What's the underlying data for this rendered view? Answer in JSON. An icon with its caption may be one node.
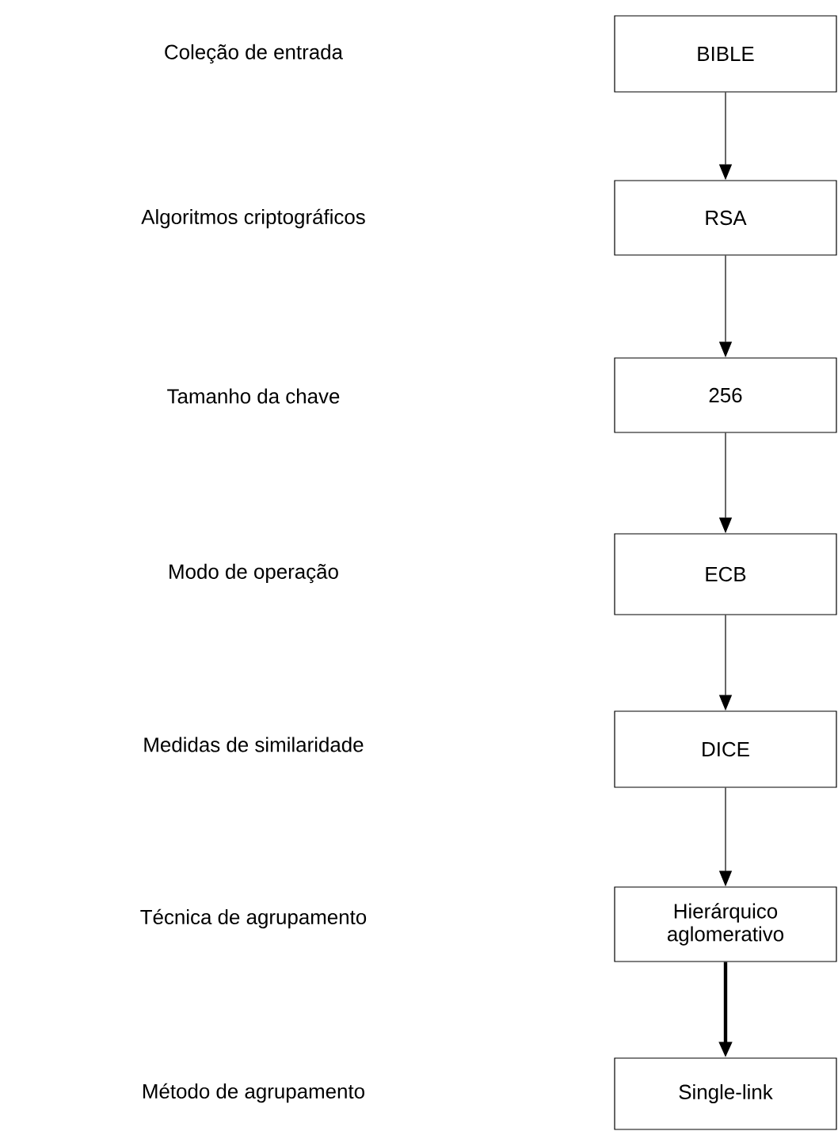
{
  "diagram": {
    "nodes": [
      {
        "text": [
          "BIBLE"
        ]
      },
      {
        "text": [
          "RSA"
        ]
      },
      {
        "text": [
          "256"
        ]
      },
      {
        "text": [
          "ECB"
        ]
      },
      {
        "text": [
          "DICE"
        ]
      },
      {
        "text": [
          "Hierárquico aglomerativo"
        ]
      },
      {
        "text": [
          "Single-link"
        ]
      }
    ],
    "edges": [
      {
        "from": 0,
        "to": 1,
        "arrow": "to"
      },
      {
        "from": 1,
        "to": 2,
        "arrow": "to"
      },
      {
        "from": 2,
        "to": 3,
        "arrow": "to"
      },
      {
        "from": 3,
        "to": 4,
        "arrow": "to"
      },
      {
        "from": 4,
        "to": 5,
        "arrow": "to"
      },
      {
        "from": 5,
        "to": 6,
        "arrow": "to",
        "style": "thick"
      }
    ],
    "labels": [
      "Coleção de entrada",
      "Algoritmos criptográficos",
      "Tamanho da chave",
      "Modo de operação",
      "Medidas de similaridade",
      "Técnica de agrupamento",
      "Método de agrupamento"
    ]
  }
}
